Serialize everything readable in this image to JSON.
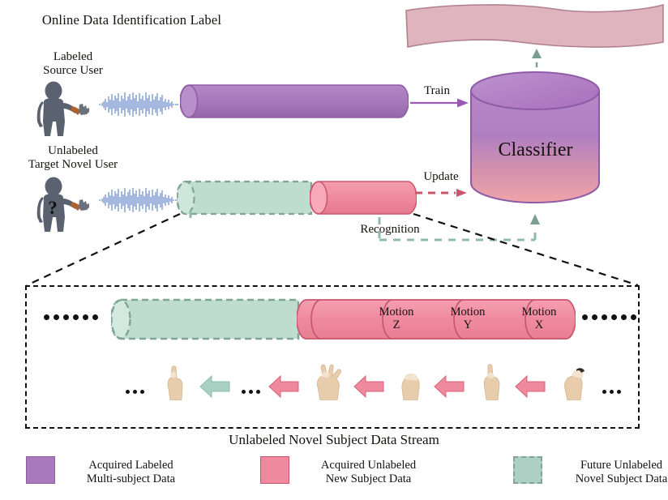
{
  "figure": {
    "title_banner": "Online Data Identification Label",
    "classifier_label": "Classifier",
    "stream_caption": "Unlabeled Novel Subject Data Stream"
  },
  "users": [
    {
      "name": "labeled-source-user",
      "label_line1": "Labeled",
      "label_line2": "Source User",
      "has_question_mark": false,
      "icon": "person-with-gesture-icon"
    },
    {
      "name": "unlabeled-target-user",
      "label_line1": "Unlabeled",
      "label_line2": "Target Novel User",
      "has_question_mark": true,
      "question_mark": "?",
      "icon": "person-with-gesture-icon"
    }
  ],
  "signals": [
    {
      "name": "emg-waveform-source",
      "icon": "emg-waveform-icon"
    },
    {
      "name": "emg-waveform-target",
      "icon": "emg-waveform-icon"
    }
  ],
  "arrows": {
    "train": {
      "label": "Train",
      "style": "solid",
      "color": "#9b59b6"
    },
    "update": {
      "label": "Update",
      "style": "dashed",
      "color": "#d4647a"
    },
    "recognition": {
      "label": "Recognition",
      "style": "dashed",
      "color": "#8fb9aa"
    },
    "output": {
      "label": "",
      "style": "dashed",
      "color": "#7a9e90"
    }
  },
  "data_bars": {
    "source_bar": {
      "name": "acquired-labeled-bar",
      "color": "#a879bd"
    },
    "target_acquired_bar": {
      "name": "acquired-unlabeled-bar",
      "color": "#ef8a9e"
    },
    "target_future_bar": {
      "name": "future-unlabeled-bar",
      "color": "#aed0c4",
      "border": "dashed"
    }
  },
  "stream_segments": [
    {
      "name": "future-segment",
      "label_line1": "",
      "label_line2": "",
      "type": "future"
    },
    {
      "name": "motion-z-segment",
      "label_line1": "Motion",
      "label_line2": "Z",
      "type": "acquired"
    },
    {
      "name": "motion-y-segment",
      "label_line1": "Motion",
      "label_line2": "Y",
      "type": "acquired"
    },
    {
      "name": "motion-x-segment",
      "label_line1": "Motion",
      "label_line2": "X",
      "type": "acquired"
    }
  ],
  "gesture_row": [
    {
      "name": "gesture-hand-6",
      "icon": "hand-gesture-icon"
    },
    {
      "name": "gesture-arrow-teal",
      "icon": "left-arrow-icon",
      "color": "#a8d0c2"
    },
    {
      "name": "gesture-hand-5",
      "icon": "hand-gesture-icon"
    },
    {
      "name": "gesture-arrow-pink-4",
      "icon": "left-arrow-icon",
      "color": "#ef8a9e"
    },
    {
      "name": "gesture-hand-4",
      "icon": "hand-gesture-icon"
    },
    {
      "name": "gesture-arrow-pink-3",
      "icon": "left-arrow-icon",
      "color": "#ef8a9e"
    },
    {
      "name": "gesture-hand-3",
      "icon": "hand-gesture-icon"
    },
    {
      "name": "gesture-arrow-pink-2",
      "icon": "left-arrow-icon",
      "color": "#ef8a9e"
    },
    {
      "name": "gesture-hand-2",
      "icon": "hand-gesture-icon"
    },
    {
      "name": "gesture-arrow-pink-1",
      "icon": "left-arrow-icon",
      "color": "#ef8a9e"
    },
    {
      "name": "gesture-hand-1",
      "icon": "hand-gesture-icon"
    }
  ],
  "ellipses": {
    "left_inside": "......",
    "right_inside": "......",
    "gesture_left": "...",
    "gesture_mid": "...",
    "gesture_right": "..."
  },
  "legend": [
    {
      "name": "legend-acquired-labeled",
      "line1": "Acquired Labeled",
      "line2": "Multi-subject Data",
      "color": "#a879bd",
      "border_style": "solid"
    },
    {
      "name": "legend-acquired-unlabeled",
      "line1": "Acquired Unlabeled",
      "line2": "New Subject Data",
      "color": "#ef8a9e",
      "border_style": "solid"
    },
    {
      "name": "legend-future-unlabeled",
      "line1": "Future Unlabeled",
      "line2": "Novel Subject Data",
      "color": "#aed0c4",
      "border_style": "dashed"
    }
  ],
  "colors": {
    "purple": "#a879bd",
    "purple_dark": "#8e5ca6",
    "pink": "#ef8a9e",
    "pink_dark": "#c9566e",
    "pink_pale": "#e8b2be",
    "teal": "#aed0c4",
    "teal_dark": "#7fa596",
    "banner_fill": "#e0b4bf",
    "waveform_blue": "#5b7fc7",
    "silhouette": "#5a6270",
    "outline_black": "#111111"
  }
}
